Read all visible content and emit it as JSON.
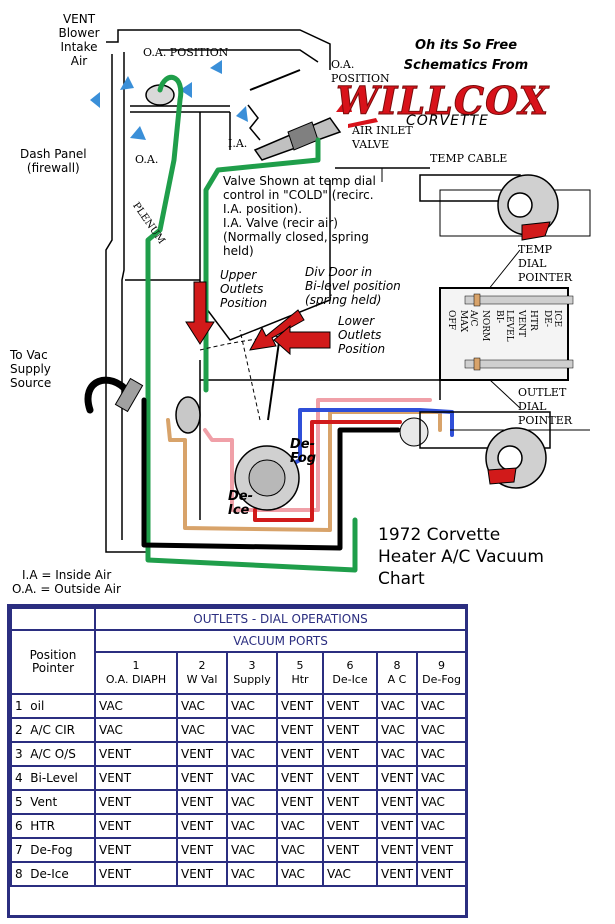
{
  "diagram": {
    "labels": {
      "vent_blower": [
        "VENT",
        "Blower",
        "Intake",
        "Air"
      ],
      "oa_position_top": "O.A. POSITION",
      "oa_position_right": [
        "O.A.",
        "POSITION"
      ],
      "air_inlet_valve": [
        "AIR INLET",
        "VALVE"
      ],
      "ia_label": "I.A.",
      "oa_label": "O.A.",
      "plenum": "PLENUM",
      "dash_panel": [
        "Dash Panel",
        "(firewall)"
      ],
      "valve_note": [
        "Valve Shown at temp dial",
        "control in \"COLD\" (recirc.",
        "I.A. position).",
        "I.A. Valve (recir air)",
        "(Normally closed, spring",
        "held)"
      ],
      "upper_outlets": [
        "Upper",
        "Outlets",
        "Position"
      ],
      "div_door": [
        "Div Door in",
        "Bi-level position",
        "(spring held)"
      ],
      "lower_outlets": [
        "Lower",
        "Outlets",
        "Position"
      ],
      "to_vac": [
        "To Vac",
        "Supply",
        "Source"
      ],
      "temp_cable": "TEMP CABLE",
      "temp_dial_pointer": [
        "TEMP",
        "DIAL",
        "POINTER"
      ],
      "outlet_dial_pointer": [
        "OUTLET",
        "DIAL",
        "POINTER"
      ],
      "dial_positions": [
        "OFF",
        "MAX",
        "A/C",
        "NORM",
        "BI-",
        "LEVEL",
        "VENT",
        "HTR",
        "DE-",
        "ICE"
      ],
      "de_fog": [
        "De-",
        "Fog"
      ],
      "de_ice": [
        "De-",
        "Ice"
      ],
      "legend": [
        "I.A = Inside Air",
        "O.A. = Outside Air"
      ],
      "schematics": [
        "Oh its So Free",
        "Schematics From"
      ],
      "logo_main": "WILLCOX",
      "logo_sub": "CORVETTE",
      "title": [
        "1972 Corvette",
        "Heater A/C Vacuum",
        "Chart"
      ]
    },
    "hose_colors": {
      "green": "#1f9e4a",
      "red": "#d11a1a",
      "pink": "#f0a0a8",
      "tan": "#d8a36a",
      "blue": "#2f4fd8",
      "black": "#000000",
      "gray": "#a0a0a0"
    }
  },
  "table": {
    "title": "OUTLETS - DIAL OPERATIONS",
    "subtitle": "VACUUM PORTS",
    "position_header": "Position Pointer",
    "ports": [
      {
        "num": "1",
        "name": "O.A. DIAPH"
      },
      {
        "num": "2",
        "name": "W Val"
      },
      {
        "num": "3",
        "name": "Supply"
      },
      {
        "num": "5",
        "name": "Htr"
      },
      {
        "num": "6",
        "name": "De-Ice"
      },
      {
        "num": "8",
        "name": "A C"
      },
      {
        "num": "9",
        "name": "De-Fog"
      }
    ],
    "rows": [
      {
        "pos": "1  oil",
        "vals": [
          "VAC",
          "VAC",
          "VAC",
          "VENT",
          "VENT",
          "VAC",
          "VAC"
        ]
      },
      {
        "pos": "2  A/C CIR",
        "vals": [
          "VAC",
          "VAC",
          "VAC",
          "VENT",
          "VENT",
          "VAC",
          "VAC"
        ]
      },
      {
        "pos": "3  A/C O/S",
        "vals": [
          "VENT",
          "VENT",
          "VAC",
          "VENT",
          "VENT",
          "VAC",
          "VAC"
        ]
      },
      {
        "pos": "4  Bi-Level",
        "vals": [
          "VENT",
          "VENT",
          "VAC",
          "VENT",
          "VENT",
          "VENT",
          "VAC"
        ]
      },
      {
        "pos": "5  Vent",
        "vals": [
          "VENT",
          "VENT",
          "VAC",
          "VENT",
          "VENT",
          "VENT",
          "VAC"
        ]
      },
      {
        "pos": "6  HTR",
        "vals": [
          "VENT",
          "VENT",
          "VAC",
          "VAC",
          "VENT",
          "VENT",
          "VAC"
        ]
      },
      {
        "pos": "7  De-Fog",
        "vals": [
          "VENT",
          "VENT",
          "VAC",
          "VAC",
          "VENT",
          "VENT",
          "VENT"
        ]
      },
      {
        "pos": "8  De-Ice",
        "vals": [
          "VENT",
          "VENT",
          "VAC",
          "VAC",
          "VAC",
          "VENT",
          "VENT"
        ]
      }
    ]
  }
}
